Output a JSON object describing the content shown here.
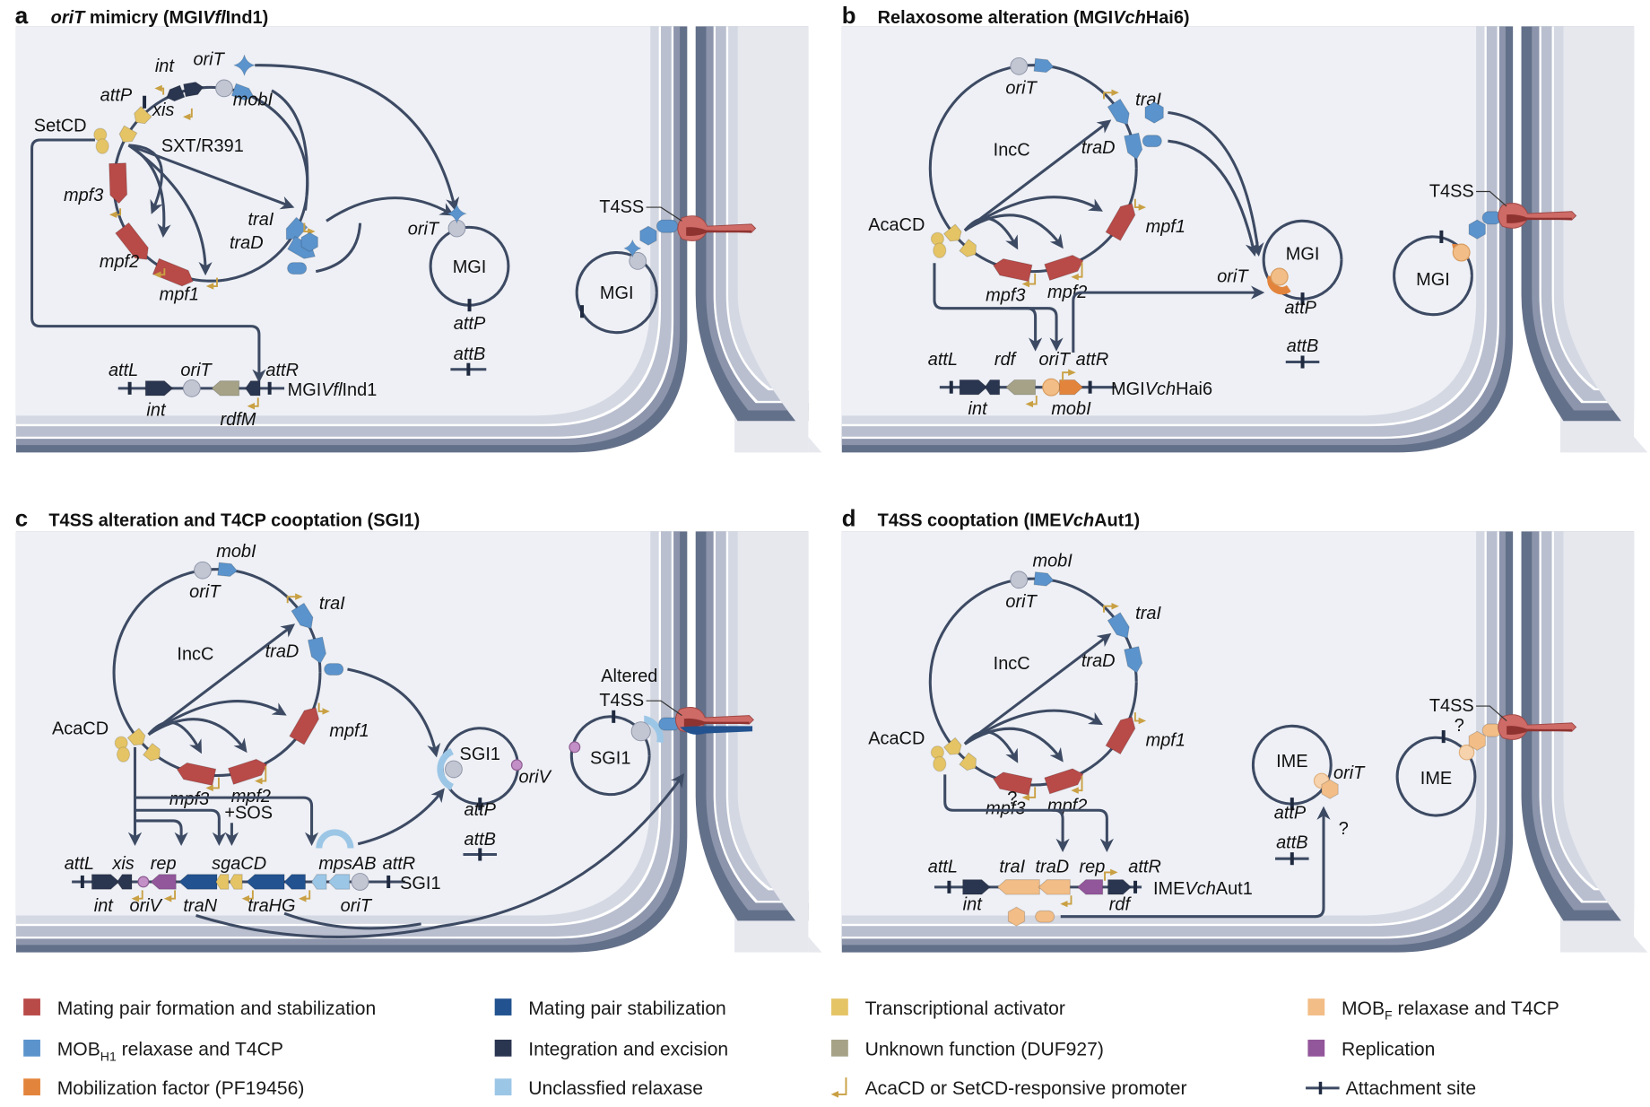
{
  "colors": {
    "mpf": "#b84a48",
    "mob_h1": "#5b93cc",
    "mobilization_factor": "#e3843c",
    "mating_pair_stab": "#22528f",
    "integration": "#2a3550",
    "unclassified_relaxase": "#9cc6e6",
    "activator": "#e5c466",
    "duf927": "#a5a287",
    "mob_f": "#f2bd86",
    "replication": "#92569a",
    "oriT": "#c2c6d3",
    "promoter": "#c9a043",
    "backbone": "#3d4a63",
    "cell_bg": "#eef0f5",
    "membrane_light": "#d4d8e2",
    "membrane_mid": "#b9bfcf",
    "membrane_dark": "#8c95ab",
    "membrane_darkest": "#637089",
    "t4ss": "#cf6b67"
  },
  "panels": [
    {
      "letter": "a",
      "title_parts": [
        {
          "t": "oriT",
          "i": true
        },
        {
          "t": " mimicry (MGI",
          "i": false
        },
        {
          "t": "Vfl",
          "i": true
        },
        {
          "t": "Ind1)",
          "i": false
        }
      ],
      "plasmid_label": "SXT/R391",
      "activator_label": "SetCD",
      "genes": {
        "int": "int",
        "xis": "xis",
        "attP": "attP",
        "oriT": "oriT",
        "mobI": "mobI",
        "mpf3": "mpf3",
        "mpf2": "mpf2",
        "mpf1": "mpf1",
        "traI": "traI",
        "traD": "traD"
      },
      "mgi_label": "MGI",
      "mgi_oriT": "oriT",
      "mgi_attP": "attP",
      "attB": "attB",
      "island": {
        "name_parts": [
          {
            "t": "MGI",
            "i": false
          },
          {
            "t": "Vfl",
            "i": true
          },
          {
            "t": "Ind1",
            "i": false
          }
        ],
        "attL": "attL",
        "int": "int",
        "oriT": "oriT",
        "rdfM": "rdfM",
        "attR": "attR"
      },
      "t4ss_label": "T4SS",
      "transfer_mgi_label": "MGI"
    },
    {
      "letter": "b",
      "title_parts": [
        {
          "t": "Relaxosome alteration (MGI",
          "i": false
        },
        {
          "t": "Vch",
          "i": true
        },
        {
          "t": "Hai6)",
          "i": false
        }
      ],
      "plasmid_label": "IncC",
      "activator_label": "AcaCD",
      "genes": {
        "oriT": "oriT",
        "traI": "traI",
        "traD": "traD",
        "mpf1": "mpf1",
        "mpf2": "mpf2",
        "mpf3": "mpf3"
      },
      "mgi_label": "MGI",
      "mgi_oriT": "oriT",
      "mgi_attP": "attP",
      "attB": "attB",
      "island": {
        "name_parts": [
          {
            "t": "MGI",
            "i": false
          },
          {
            "t": "Vch",
            "i": true
          },
          {
            "t": "Hai6",
            "i": false
          }
        ],
        "attL": "attL",
        "rdf": "rdf",
        "oriT": "oriT",
        "attR": "attR",
        "int": "int",
        "mobI": "mobI"
      },
      "t4ss_label": "T4SS",
      "transfer_mgi_label": "MGI"
    },
    {
      "letter": "c",
      "title_parts": [
        {
          "t": "T4SS alteration and T4CP cooptation (SGI1)",
          "i": false
        }
      ],
      "plasmid_label": "IncC",
      "activator_label": "AcaCD",
      "genes": {
        "mobI": "mobI",
        "oriT": "oriT",
        "traI": "traI",
        "traD": "traD",
        "mpf1": "mpf1",
        "mpf2": "mpf2",
        "mpf3": "mpf3"
      },
      "sgi_label": "SGI1",
      "sgi_oriV": "oriV",
      "sgi_attP": "attP",
      "attB": "attB",
      "sos_label": "+SOS",
      "island": {
        "name": "SGI1",
        "attL": "attL",
        "xis": "xis",
        "rep": "rep",
        "sgaCD": "sgaCD",
        "mpsAB": "mpsAB",
        "attR": "attR",
        "int": "int",
        "oriV": "oriV",
        "traN": "traN",
        "traHG": "traHG",
        "oriT": "oriT"
      },
      "t4ss_label_1": "Altered",
      "t4ss_label_2": "T4SS",
      "transfer_label": "SGI1"
    },
    {
      "letter": "d",
      "title_parts": [
        {
          "t": "T4SS cooptation (IME",
          "i": false
        },
        {
          "t": "Vch",
          "i": true
        },
        {
          "t": "Aut1)",
          "i": false
        }
      ],
      "plasmid_label": "IncC",
      "activator_label": "AcaCD",
      "genes": {
        "mobI": "mobI",
        "oriT": "oriT",
        "traI": "traI",
        "traD": "traD",
        "mpf1": "mpf1",
        "mpf2": "mpf2",
        "mpf3": "mpf3"
      },
      "question": "?",
      "ime_label": "IME",
      "ime_oriT": "oriT",
      "ime_attP": "attP",
      "attB": "attB",
      "island": {
        "name_parts": [
          {
            "t": "IME",
            "i": false
          },
          {
            "t": "Vch",
            "i": true
          },
          {
            "t": "Aut1",
            "i": false
          }
        ],
        "attL": "attL",
        "traI": "traI",
        "traD": "traD",
        "rep": "rep",
        "attR": "attR",
        "int": "int",
        "rdf": "rdf"
      },
      "t4ss_label": "T4SS",
      "transfer_label": "IME"
    }
  ],
  "legend": [
    {
      "key": "mpf",
      "label": "Mating pair formation and stabilization",
      "sub": null,
      "after": null,
      "type": "box"
    },
    {
      "key": "mating_pair_stab",
      "label": "Mating pair stabilization",
      "sub": null,
      "after": null,
      "type": "box"
    },
    {
      "key": "activator",
      "label": "Transcriptional activator",
      "sub": null,
      "after": null,
      "type": "box"
    },
    {
      "key": "mob_f",
      "label": "MOB",
      "sub": "F",
      "after": " relaxase and T4CP",
      "type": "box"
    },
    {
      "key": "mob_h1",
      "label": "MOB",
      "sub": "H1",
      "after": " relaxase and T4CP",
      "type": "box"
    },
    {
      "key": "integration",
      "label": "Integration and excision",
      "sub": null,
      "after": null,
      "type": "box"
    },
    {
      "key": "duf927",
      "label": "Unknown function (DUF927)",
      "sub": null,
      "after": null,
      "type": "box"
    },
    {
      "key": "replication",
      "label": "Replication",
      "sub": null,
      "after": null,
      "type": "box"
    },
    {
      "key": "mobilization_factor",
      "label": "Mobilization factor (PF19456)",
      "sub": null,
      "after": null,
      "type": "box"
    },
    {
      "key": "unclassified_relaxase",
      "label": "Unclassfied relaxase",
      "sub": null,
      "after": null,
      "type": "box"
    },
    {
      "key": "promoter",
      "label": "AcaCD or SetCD-responsive promoter",
      "sub": null,
      "after": null,
      "type": "promoter"
    },
    {
      "key": "backbone",
      "label": "Attachment site",
      "sub": null,
      "after": null,
      "type": "attsite"
    }
  ]
}
